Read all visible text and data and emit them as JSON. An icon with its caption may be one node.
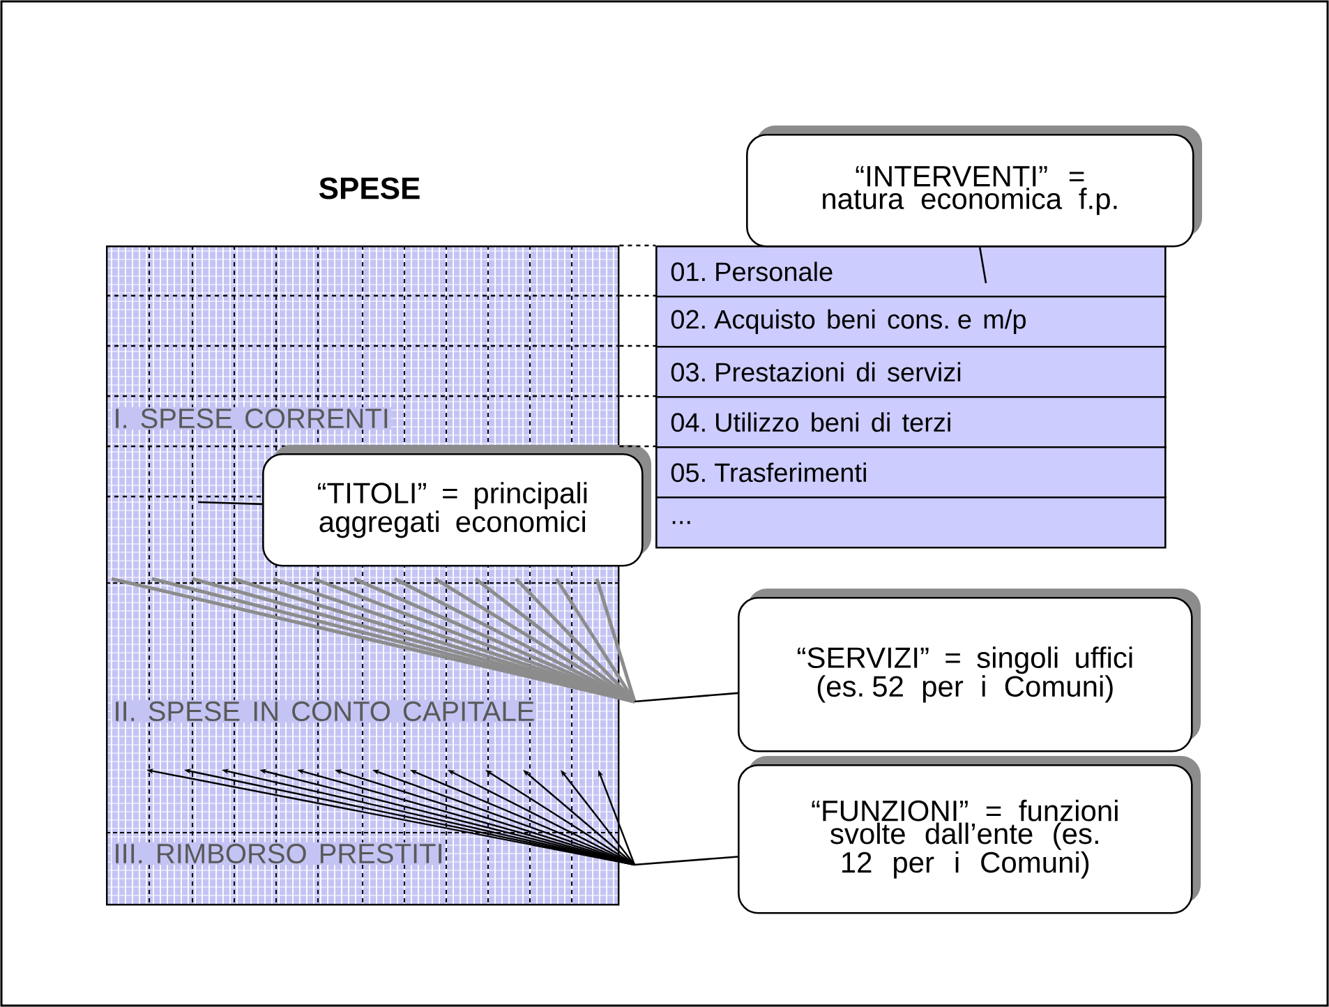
{
  "diagram": {
    "nodes": [
      {
        "text": [
          "SPESE",
          "I. SPESE CORRENTI",
          "II. SPESE IN CONTO CAPITALE",
          "III. RIMBORSO PRESTITI"
        ]
      },
      {
        "text": [
          "01. Personale"
        ]
      },
      {
        "text": [
          "02. Acquisto beni cons. e m/p"
        ]
      },
      {
        "text": [
          "03. Prestazioni di servizi"
        ]
      },
      {
        "text": [
          "04. Utilizzo beni di terzi"
        ]
      },
      {
        "text": [
          "05. Trasferimenti"
        ]
      },
      {
        "text": [
          "..."
        ]
      },
      {
        "text": [
          "“INTERVENTI” = natura economica f.p."
        ]
      },
      {
        "text": [
          "“TITOLI” = principali aggregati economici"
        ]
      },
      {
        "text": [
          "“SERVIZI” = singoli uffici (es. 52 per i Comuni)"
        ]
      },
      {
        "text": [
          "“FUNZIONI” = funzioni svolte dall’ente (es. 12 per i Comuni)"
        ]
      }
    ],
    "edges": [
      {
        "from": 7,
        "to": 1,
        "arrow": "none"
      },
      {
        "from": 8,
        "to": 0,
        "arrow": "none"
      },
      {
        "from": 9,
        "to": 0,
        "arrow": "none"
      },
      {
        "from": 10,
        "to": 0,
        "arrow": "none"
      },
      {
        "from": 0,
        "to": 1,
        "arrow": "none",
        "style": "dashed"
      },
      {
        "from": 0,
        "to": 2,
        "arrow": "none",
        "style": "dashed"
      },
      {
        "from": 0,
        "to": 3,
        "arrow": "none",
        "style": "dashed"
      },
      {
        "from": 0,
        "to": 4,
        "arrow": "none",
        "style": "dashed"
      },
      {
        "from": 0,
        "to": 5,
        "arrow": "none",
        "style": "dashed"
      }
    ]
  }
}
